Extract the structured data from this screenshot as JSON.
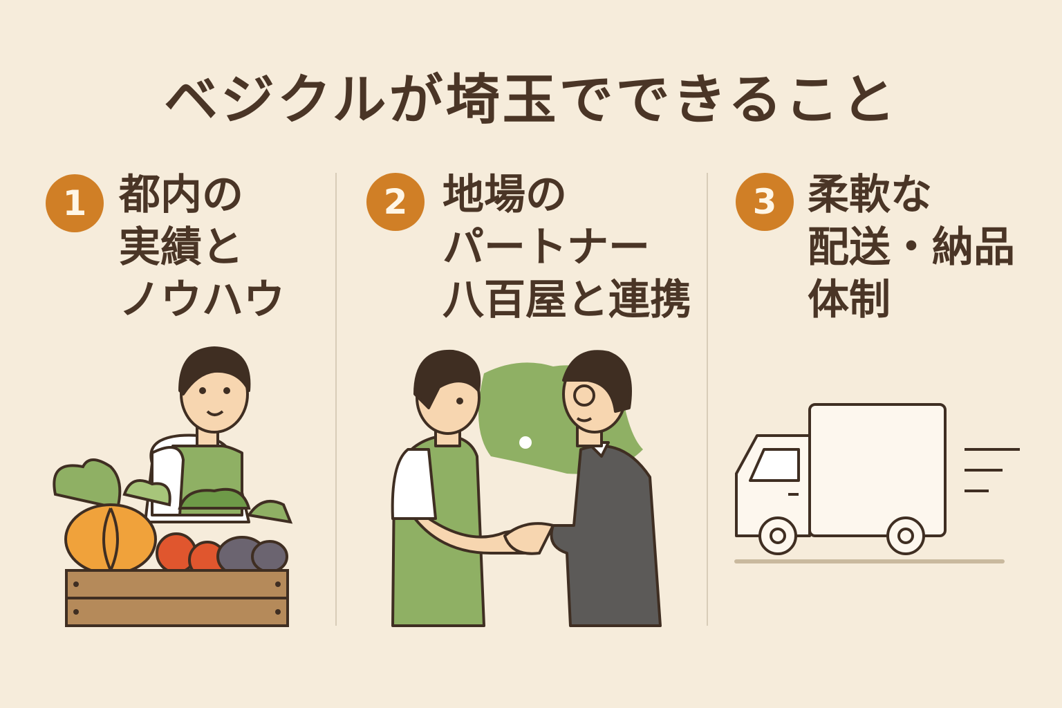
{
  "title": "ベジクルが埼玉でできること",
  "colors": {
    "background": "#f6ecdb",
    "text": "#4a3526",
    "accent": "#d07f26",
    "green": "#8fb064"
  },
  "items": [
    {
      "number": "1",
      "lines": [
        "都内の",
        "実績と",
        "ノウハウ"
      ],
      "icon": "vegetable-crate-vendor"
    },
    {
      "number": "2",
      "lines": [
        "地場の",
        "パートナー",
        "八百屋と連携"
      ],
      "icon": "handshake-partners"
    },
    {
      "number": "3",
      "lines": [
        "柔軟な",
        "配送・納品",
        "体制"
      ],
      "icon": "delivery-truck"
    }
  ]
}
